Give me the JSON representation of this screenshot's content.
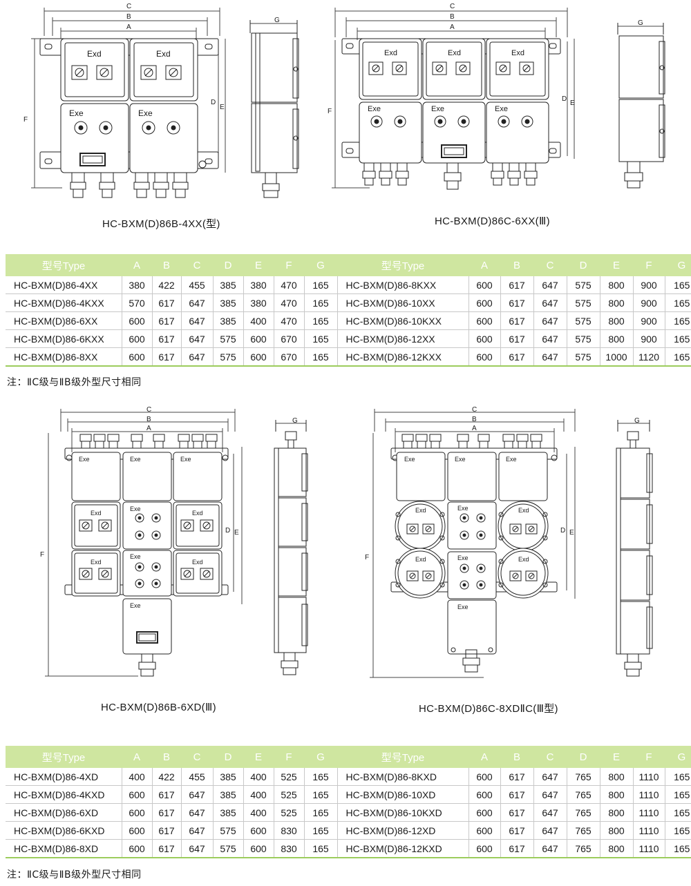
{
  "diagrams": {
    "top_left": {
      "caption": "HC-BXM(D)86B-4XX(型)",
      "upper_label": "Exd",
      "lower_label": "Exe"
    },
    "top_right": {
      "caption": "HC-BXM(D)86C-6XX(Ⅲ)",
      "upper_label": "Exd",
      "lower_label": "Exe"
    },
    "bottom_left": {
      "caption": "HC-BXM(D)86B-6XD(Ⅲ)",
      "upper_label": "Exd",
      "lower_label": "Exe"
    },
    "bottom_right": {
      "caption": "HC-BXM(D)86C-8XDⅡC(Ⅲ型)",
      "upper_label": "Exd",
      "lower_label": "Exe"
    },
    "dim_letters": {
      "a": "A",
      "b": "B",
      "c": "C",
      "d": "D",
      "e": "E",
      "f": "F",
      "g": "G"
    }
  },
  "table_headers": [
    "型号Type",
    "A",
    "B",
    "C",
    "D",
    "E",
    "F",
    "G"
  ],
  "table1": {
    "left": [
      [
        "HC-BXM(D)86-4XX",
        "380",
        "422",
        "455",
        "385",
        "380",
        "470",
        "165"
      ],
      [
        "HC-BXM(D)86-4KXX",
        "570",
        "617",
        "647",
        "385",
        "380",
        "470",
        "165"
      ],
      [
        "HC-BXM(D)86-6XX",
        "600",
        "617",
        "647",
        "385",
        "400",
        "470",
        "165"
      ],
      [
        "HC-BXM(D)86-6KXX",
        "600",
        "617",
        "647",
        "575",
        "600",
        "670",
        "165"
      ],
      [
        "HC-BXM(D)86-8XX",
        "600",
        "617",
        "647",
        "575",
        "600",
        "670",
        "165"
      ]
    ],
    "right": [
      [
        "HC-BXM(D)86-8KXX",
        "600",
        "617",
        "647",
        "575",
        "800",
        "900",
        "165"
      ],
      [
        "HC-BXM(D)86-10XX",
        "600",
        "617",
        "647",
        "575",
        "800",
        "900",
        "165"
      ],
      [
        "HC-BXM(D)86-10KXX",
        "600",
        "617",
        "647",
        "575",
        "800",
        "900",
        "165"
      ],
      [
        "HC-BXM(D)86-12XX",
        "600",
        "617",
        "647",
        "575",
        "800",
        "900",
        "165"
      ],
      [
        "HC-BXM(D)86-12KXX",
        "600",
        "617",
        "647",
        "575",
        "1000",
        "1120",
        "165"
      ]
    ]
  },
  "table2": {
    "left": [
      [
        "HC-BXM(D)86-4XD",
        "400",
        "422",
        "455",
        "385",
        "400",
        "525",
        "165"
      ],
      [
        "HC-BXM(D)86-4KXD",
        "600",
        "617",
        "647",
        "385",
        "400",
        "525",
        "165"
      ],
      [
        "HC-BXM(D)86-6XD",
        "600",
        "617",
        "647",
        "385",
        "400",
        "525",
        "165"
      ],
      [
        "HC-BXM(D)86-6KXD",
        "600",
        "617",
        "647",
        "575",
        "600",
        "830",
        "165"
      ],
      [
        "HC-BXM(D)86-8XD",
        "600",
        "617",
        "647",
        "575",
        "600",
        "830",
        "165"
      ]
    ],
    "right": [
      [
        "HC-BXM(D)86-8KXD",
        "600",
        "617",
        "647",
        "765",
        "800",
        "1110",
        "165"
      ],
      [
        "HC-BXM(D)86-10XD",
        "600",
        "617",
        "647",
        "765",
        "800",
        "1110",
        "165"
      ],
      [
        "HC-BXM(D)86-10KXD",
        "600",
        "617",
        "647",
        "765",
        "800",
        "1110",
        "165"
      ],
      [
        "HC-BXM(D)86-12XD",
        "600",
        "617",
        "647",
        "765",
        "800",
        "1110",
        "165"
      ],
      [
        "HC-BXM(D)86-12KXD",
        "600",
        "617",
        "647",
        "765",
        "800",
        "1110",
        "165"
      ]
    ]
  },
  "note1": "注：ⅡC级与ⅡB级外型尺寸相同",
  "note2": "注：ⅡC级与ⅡB级外型尺寸相同",
  "colors": {
    "header_bg": "#cfe6a0",
    "header_text": "#ffffff",
    "rule_green": "#9ccc5c"
  }
}
